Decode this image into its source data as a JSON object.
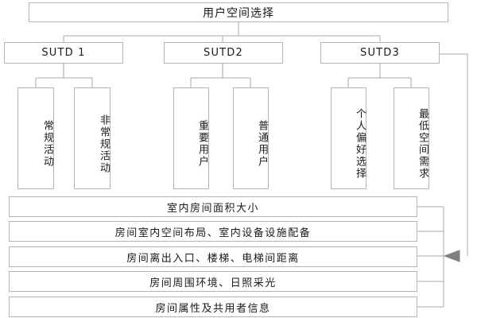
{
  "diagram": {
    "title": "用户空间选择",
    "root": {
      "label": "用户空间选择"
    },
    "branches": [
      {
        "label": "SUTD 1"
      },
      {
        "label": "SUTD2"
      },
      {
        "label": "SUTD3"
      }
    ],
    "leaves": [
      {
        "label": "常规活动",
        "parent": "SUTD 1"
      },
      {
        "label": "非常规活动",
        "parent": "SUTD 1"
      },
      {
        "label": "重要用户",
        "parent": "SUTD2"
      },
      {
        "label": "普通用户",
        "parent": "SUTD2"
      },
      {
        "label": "个人偏好选择",
        "parent": "SUTD3"
      },
      {
        "label": "最低空间需求",
        "parent": "SUTD3"
      }
    ],
    "attributes": [
      {
        "label": "室内房间面积大小"
      },
      {
        "label": "房间室内空间布局、室内设备设施配备"
      },
      {
        "label": "房间离出入口、楼梯、电梯间距离"
      },
      {
        "label": "房间周围环境、日照采光"
      },
      {
        "label": "房间属性及共用者信息"
      }
    ],
    "colors": {
      "border": "#b4b4b4",
      "line": "#a8a8a8",
      "text": "#1a1a1a",
      "background": "#ffffff",
      "arrow": "#808080"
    }
  }
}
